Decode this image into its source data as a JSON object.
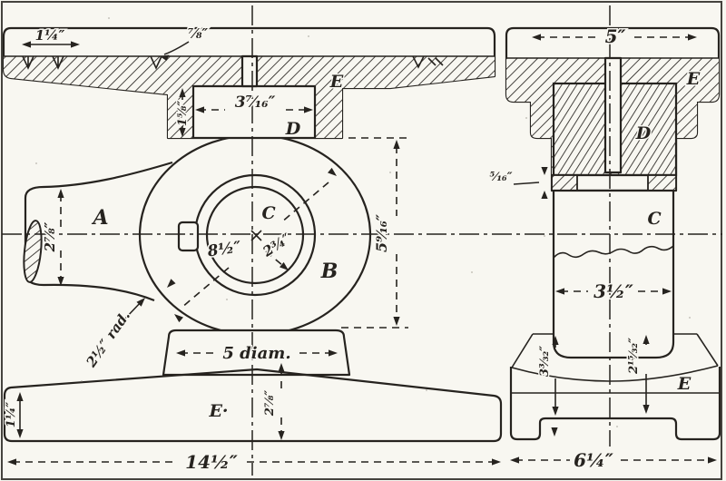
{
  "colors": {
    "ink": "#26231f",
    "paper": "#f8f7f1"
  },
  "front_view": {
    "letters": {
      "arm": "A",
      "boss": "B",
      "bore": "C",
      "gib": "D",
      "rail": "E",
      "base": "E·"
    },
    "dimensions": {
      "rail_end_width": "1¼″",
      "strip_thickness": "⅞″",
      "gib_width": "3⁷⁄₁₆″",
      "gib_height": "1⅝″",
      "arm_width": "2⅞″",
      "boss_diameter": "8½″",
      "bore_diameter": "2¾″",
      "boss_height": "5⁹⁄₁₆″",
      "fillet_radius": "2½″ rad.",
      "pedestal_diameter": "5 diam.",
      "base_height": "2⅞″",
      "base_end_height": "1¼″",
      "overall_width": "14½″"
    }
  },
  "side_view": {
    "letters": {
      "rail": "E",
      "gib": "D",
      "cylinder": "C",
      "base": "E"
    },
    "dimensions": {
      "rail_width": "5″",
      "liner_thickness": "⁵⁄₁₆″",
      "cylinder_width": "3½″",
      "seat_height_left": "3³⁄₃₂″",
      "seat_height_right": "2¹⁵⁄₃₂″",
      "overall_width": "6¼″"
    }
  }
}
